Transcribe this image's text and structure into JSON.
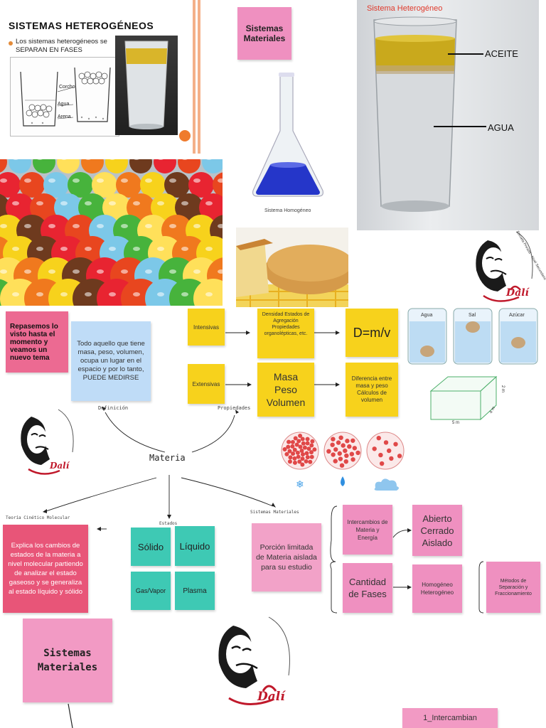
{
  "panel1": {
    "title": "SISTEMAS HETEROGÉNEOS",
    "bullet": "Los sistemas heterogéneos se SEPARAN EN FASES",
    "labels": [
      "Corcho",
      "Agua",
      "Arena"
    ]
  },
  "panel2": {
    "note": "Sistemas Materiales",
    "flask_caption": "Sistema Homogéneo"
  },
  "panel3": {
    "title": "Sistema Heterogéneo",
    "label_oil": "ACEITE",
    "label_water": "AGUA"
  },
  "logo": {
    "text_arc": "Escuela Privada · Nivel Secundario",
    "signature": "Dalí"
  },
  "mindmap": {
    "review_note": "Repasemos lo visto hasta el momento y veamos un nuevo tema",
    "definition_note": "Todo aquello que tiene masa, peso, volumen, ocupa un lugar en el espacio y por lo tanto, PUEDE MEDIRSE",
    "definition_label": "Definición",
    "properties_label": "Propiedades",
    "center": "Materia",
    "intensivas": "Intensivas",
    "intensivas_list": "Densidad Estados de Agregación Propiedades organolépticas, etc.",
    "density_formula": "D=m/v",
    "extensivas": "Extensivas",
    "extensivas_list": "Masa Peso Volumen",
    "extensivas_diff": "Diferencia entre masa y peso Cálculos de volumen",
    "jars": [
      "Agua",
      "Sal",
      "Azúcar"
    ],
    "box_dims": [
      "5 m",
      "4 m",
      "2 m"
    ],
    "kinetic_label": "Teoría Cinético Molecular",
    "kinetic_note": "Explica los cambios de estados de la materia a nivel molecular partiendo de analizar el estado gaseoso y se generaliza al estado líquido y sólido",
    "states_label": "Estados",
    "states": [
      "Sólido",
      "Líquido",
      "Gas/Vapor",
      "Plasma"
    ],
    "systems_label": "Sistemas Materiales",
    "systems_note": "Porción limitada de Materia aislada para su estudio",
    "exchange_note": "Intercambios de Materia y Energía",
    "exchange_types": "Abierto Cerrado Aislado",
    "phases_note": "Cantidad de Fases",
    "phase_types": "Homogéneo Heterogéneo",
    "methods_note": "Métodos de Separación y Fraccionamiento"
  },
  "bottom": {
    "note": "Sistemas Materiales",
    "exchange_note": "1_Intercambian"
  }
}
